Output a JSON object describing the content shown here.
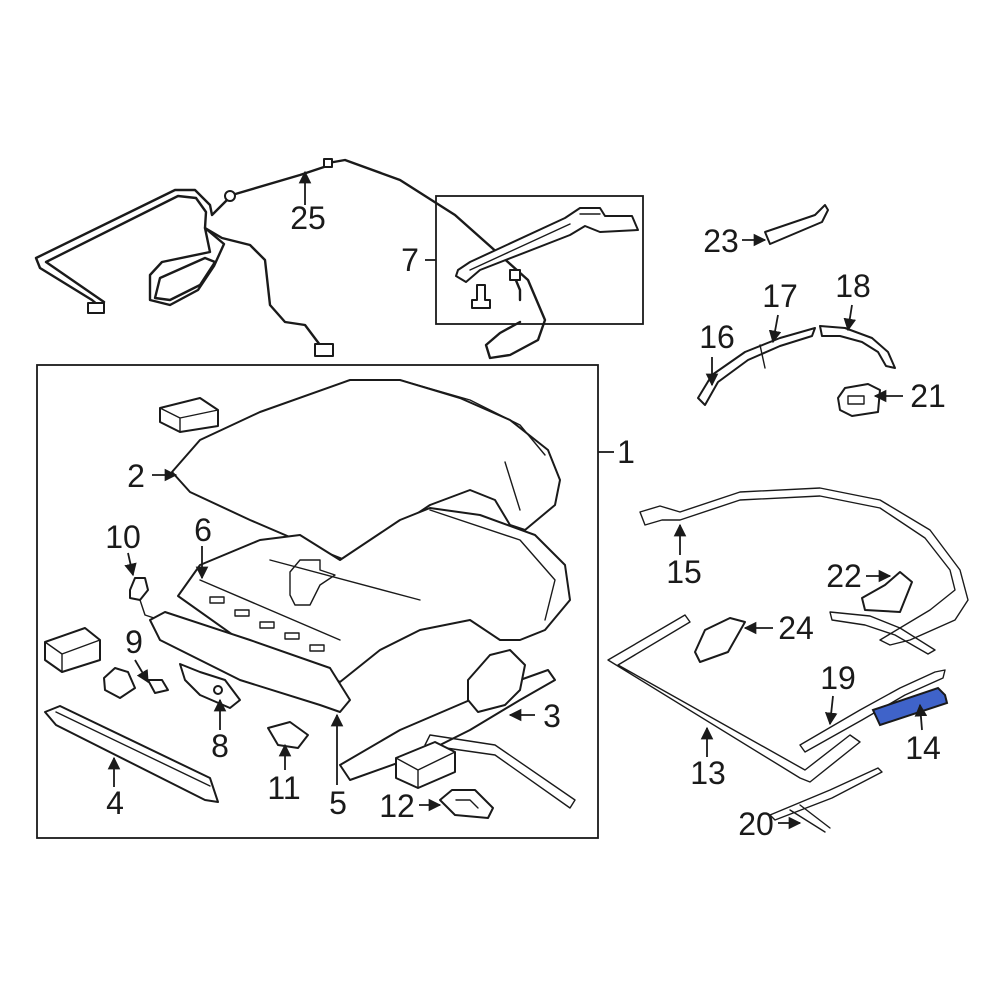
{
  "diagram": {
    "highlight_color": "#3f63c9",
    "highlighted_part": "14",
    "callouts": [
      "1",
      "2",
      "3",
      "4",
      "5",
      "6",
      "7",
      "8",
      "9",
      "10",
      "11",
      "12",
      "13",
      "14",
      "15",
      "16",
      "17",
      "18",
      "19",
      "20",
      "21",
      "22",
      "23",
      "24",
      "25"
    ]
  }
}
